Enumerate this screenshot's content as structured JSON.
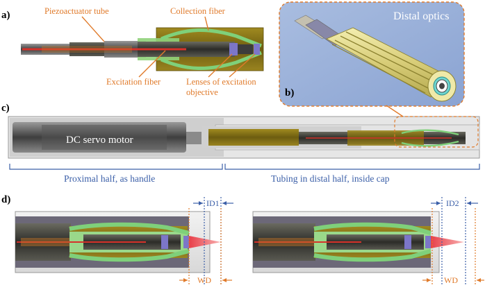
{
  "panels": {
    "a": {
      "letter": "a)",
      "labels": {
        "piezo": "Piezoactuator tube",
        "collection": "Collection fiber",
        "excitation": "Excitation fiber",
        "lenses": "Lenses of excitation\nobjective"
      }
    },
    "b": {
      "letter": "b)",
      "title": "Distal optics"
    },
    "c": {
      "letter": "c)",
      "motor": "DC servo motor",
      "proximal": "Proximal half, as handle",
      "distal": "Tubing in distal half, inside cap"
    },
    "d": {
      "letter": "d)",
      "id1": "ID1",
      "id2": "ID2",
      "wd": "WD"
    }
  },
  "colors": {
    "annotation_orange": "#e07a2a",
    "annotation_blue": "#3b5fa8",
    "collection_fiber_green": "#7fd07a",
    "housing_olive": "#8a7a1a",
    "excitation_red": "#d6322a",
    "lens_purple": "#7c76c8",
    "beam_red": "#f06a6a"
  }
}
